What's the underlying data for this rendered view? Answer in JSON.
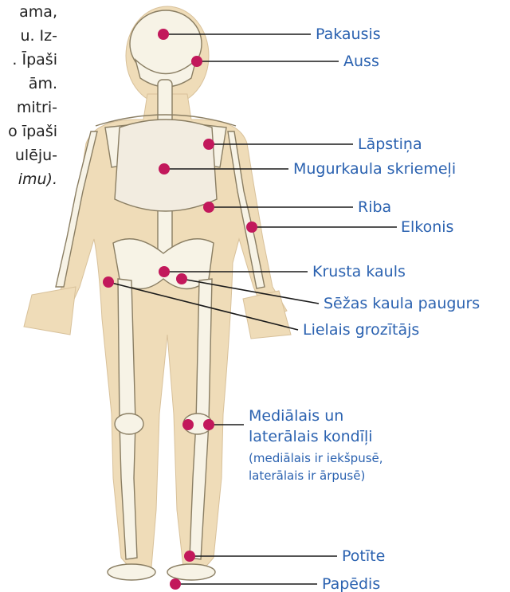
{
  "text_fragment": {
    "lines": [
      "ama,",
      "u. Iz-",
      ". Īpaši",
      "ām.",
      "mitri-",
      "o īpaši",
      "ulēju-",
      "imu)."
    ],
    "italic_last": true
  },
  "colors": {
    "label": "#2b62b0",
    "marker": "#c2185b",
    "leader": "#1a1a1a",
    "silhouette": "#efdcb8",
    "bone": "#f7f3e6",
    "bone_outline": "#8a7e63"
  },
  "labels": {
    "pakausis": "Pakausis",
    "auss": "Auss",
    "lapstina": "Lāpstiņa",
    "mugurkaula": "Mugurkaula skriemeļi",
    "riba": "Riba",
    "elkonis": "Elkonis",
    "krusta": "Krusta kauls",
    "sezas": "Sēžas kaula paugurs",
    "lielais": "Lielais grozītājs",
    "kondili_1": "Mediālais un",
    "kondili_2": "laterālais kondīļi",
    "kondili_note_1": "(mediālais ir iekšpusē,",
    "kondili_note_2": "laterālais ir ārpusē)",
    "potite": "Potīte",
    "papedis": "Papēdis"
  }
}
